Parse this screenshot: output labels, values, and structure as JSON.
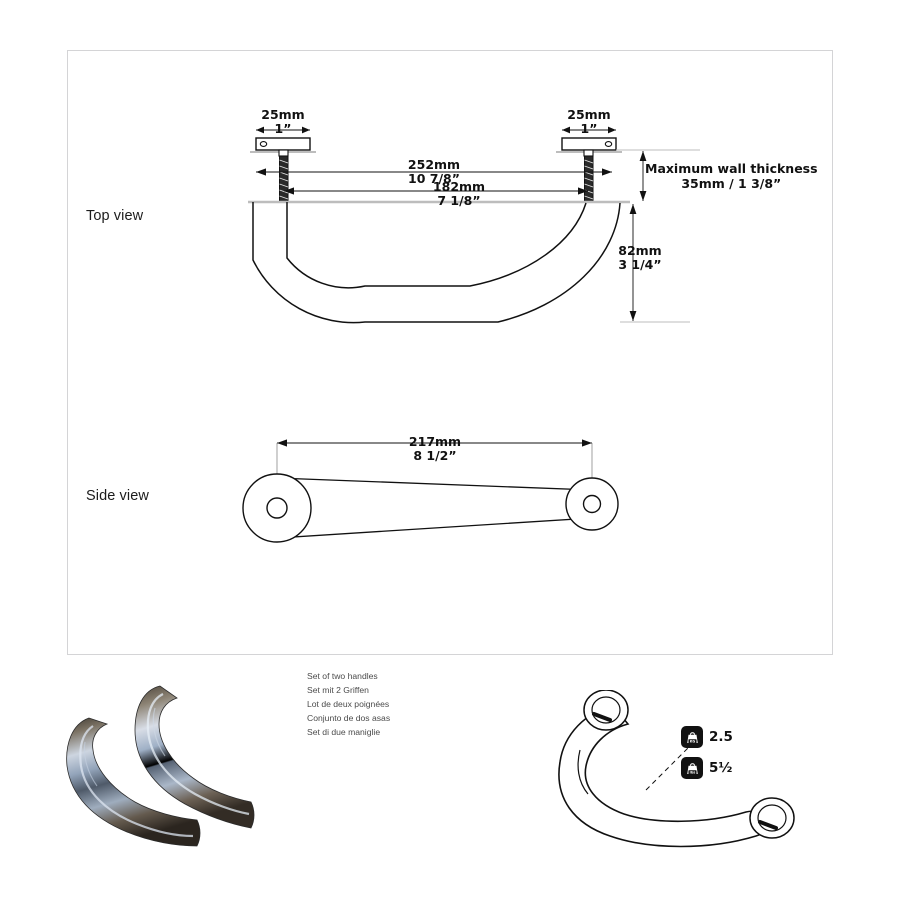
{
  "document": {
    "type": "product-specification-drawing",
    "product": "curved bar pull handle"
  },
  "views": {
    "top": {
      "label": "Top view"
    },
    "side": {
      "label": "Side view"
    }
  },
  "dimensions": {
    "plate_left": {
      "metric": "25mm",
      "imperial": "1”"
    },
    "plate_right": {
      "metric": "25mm",
      "imperial": "1”"
    },
    "overall_width": {
      "metric": "252mm",
      "imperial": "10 7/8”"
    },
    "center_to_center": {
      "metric": "182mm",
      "imperial": "7 1/8”"
    },
    "projection": {
      "metric": "82mm",
      "imperial": "3 1/4”"
    },
    "side_length": {
      "metric": "217mm",
      "imperial": "8 1/2”"
    }
  },
  "notes": {
    "wall_thickness": {
      "line1": "Maximum wall thickness",
      "line2": "35mm / 1 3/8”"
    }
  },
  "set_description": [
    "Set of two handles",
    "Set mit 2 Griffen",
    "Lot de deux poignées",
    "Conjunto de dos asas",
    "Set di due maniglie"
  ],
  "weight_badges": [
    {
      "icon": "weight-kg-icon",
      "unit": "KG",
      "value": "2.5"
    },
    {
      "icon": "weight-lbs-icon",
      "unit": "lbs",
      "value": "5½"
    }
  ],
  "colors": {
    "line": "#111111",
    "frame": "#d4d4d6",
    "thin_line": "#555555",
    "chrome_light": "#cfd8e4",
    "chrome_mid": "#6e7b8c",
    "chrome_dark": "#2d3440",
    "chrome_warm": "#6b5f52"
  }
}
